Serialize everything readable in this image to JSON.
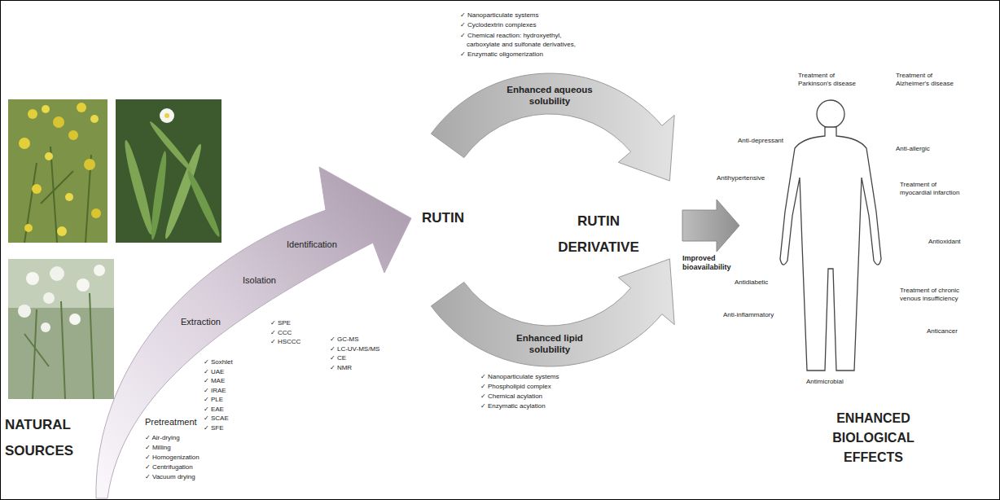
{
  "diagram": {
    "labels": [
      "NATURAL SOURCES",
      "Pretreatment",
      "✓ Air-drying",
      "✓ Milling",
      "✓ Homogenization",
      "✓ Centrifugation",
      "✓ Vacuum drying",
      "Extraction",
      "✓ Soxhlet",
      "✓ UAE",
      "✓ MAE",
      "✓ IRAE",
      "✓ PLE",
      "✓ EAE",
      "✓ SCAE",
      "✓ SFE",
      "Isolation",
      "✓ SPE",
      "✓ CCC",
      "✓ HSCCC",
      "Identification",
      "✓ GC-MS",
      "✓ LC-UV-MS/MS",
      "✓ CE",
      "✓ NMR",
      "RUTIN",
      "✓ Nanoparticulate systems",
      "✓ Cyclodextrin complexes",
      "✓ Chemical reaction: hydroxyethyl, carboxylate and sulfonate derivatives,",
      "✓ Enzymatic oligomerization",
      "Enhanced aqueous solubility",
      "RUTIN DERIVATIVE",
      "Enhanced lipid solubility",
      "✓ Nanoparticulate systems",
      "✓ Phospholipid complex",
      "✓ Chemical acylation",
      "✓ Enzymatic acylation",
      "Improved bioavailability",
      "Treatment of Parkinson's disease",
      "Treatment of Alzheimer's disease",
      "Anti-depressant",
      "Anti-allergic",
      "Antihypertensive",
      "Treatment of myocardial infarction",
      "Antioxidant",
      "Antidiabetic",
      "Treatment of chronic venous insufficiency",
      "Anti-inflammatory",
      "Anticancer",
      "Antimicrobial",
      "ENHANCED BIOLOGICAL EFFECTS"
    ]
  }
}
